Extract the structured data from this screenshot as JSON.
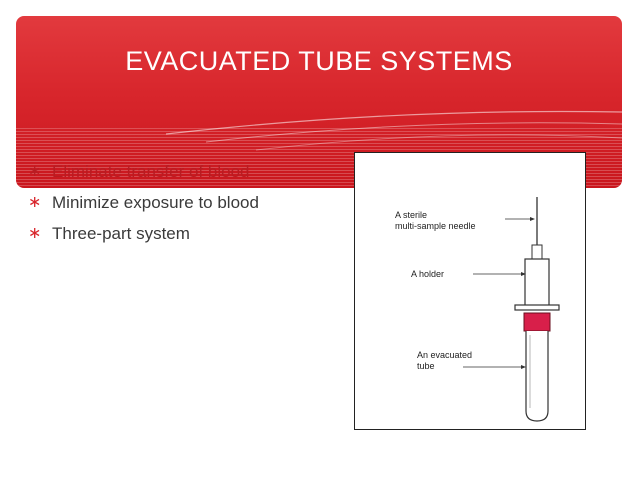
{
  "slide": {
    "title": "EVACUATED TUBE SYSTEMS",
    "bullets": [
      "Eliminate transfer of blood",
      "Minimize exposure to blood",
      "Three-part system"
    ],
    "bullet_marker": "∗",
    "colors": {
      "header": "#d8262c",
      "title_text": "#ffffff",
      "body_text": "#3a3a3a",
      "tube_stopper": "#d81f4a"
    }
  },
  "figure": {
    "labels": {
      "needle_line1": "A sterile",
      "needle_line2": "multi-sample needle",
      "holder": "A holder",
      "tube_line1": "An evacuated",
      "tube_line2": "tube"
    }
  }
}
